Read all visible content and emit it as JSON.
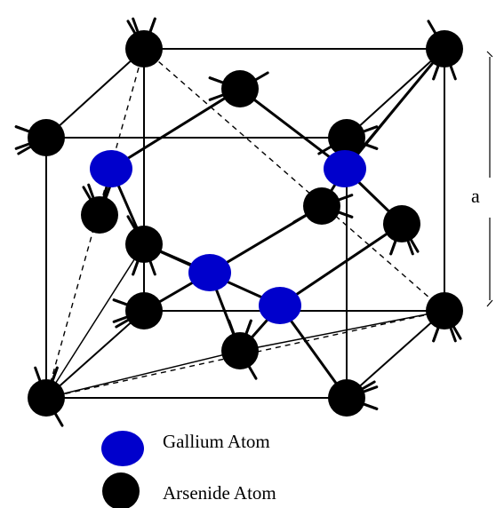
{
  "diagram": {
    "lattice_constant_label": "a",
    "colors": {
      "gallium": "#0000cc",
      "arsenide": "#000000",
      "bond": "#000000",
      "background": "#ffffff"
    }
  },
  "legend": {
    "gallium_label": "Gallium Atom",
    "arsenide_label": "Arsenide Atom"
  }
}
